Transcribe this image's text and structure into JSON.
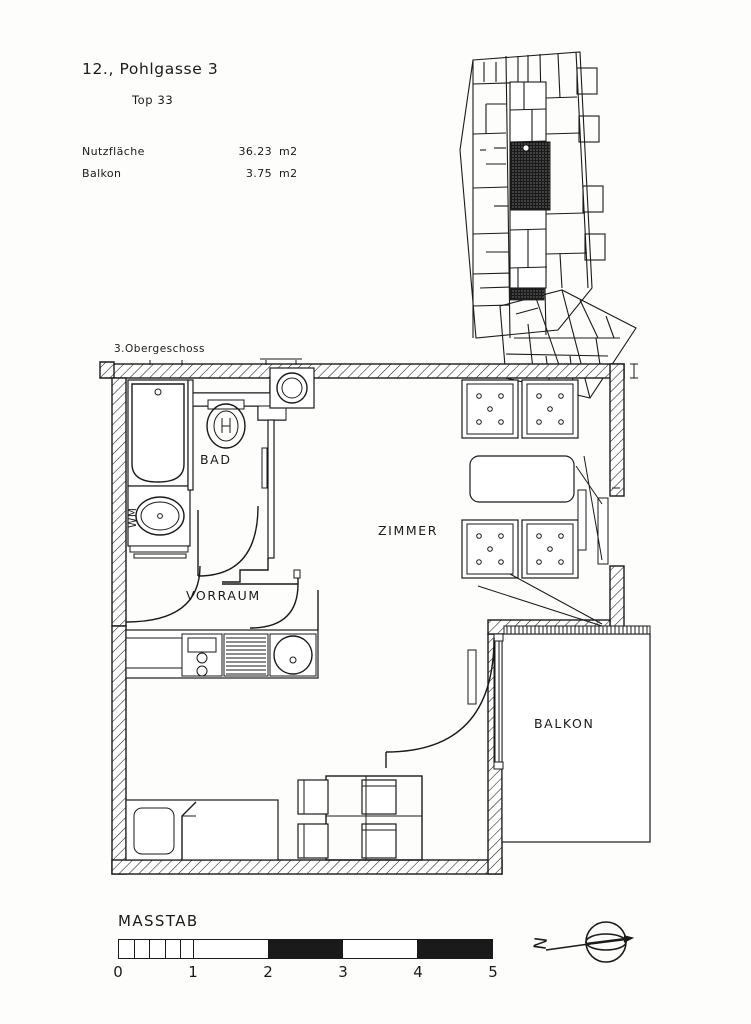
{
  "header": {
    "address": "12., Pohlgasse 3",
    "unit": "Top 33",
    "specs": [
      {
        "label": "Nutzfläche",
        "value": "36.23",
        "unit": "m2"
      },
      {
        "label": "Balkon",
        "value": "3.75",
        "unit": "m2"
      }
    ]
  },
  "keyplan": {
    "name": "building-key-plan",
    "highlight_color": "#1a1a1a"
  },
  "floorplan": {
    "floor_label": "3.Obergeschoss",
    "rooms": [
      {
        "name": "bad",
        "label": "BAD"
      },
      {
        "name": "vorraum",
        "label": "VORRAUM"
      },
      {
        "name": "zimmer",
        "label": "ZIMMER"
      },
      {
        "name": "balkon",
        "label": "BALKON"
      }
    ],
    "annotations": [
      {
        "name": "washing-machine",
        "label": "WM"
      }
    ],
    "fixtures": [
      "bathtub",
      "toilet",
      "washbasin",
      "washing-machine",
      "round-appliance",
      "kitchen-sink",
      "cooktop",
      "kitchen-round-basin",
      "armchair",
      "armchair",
      "armchair",
      "armchair",
      "coffee-table",
      "bed",
      "pillow",
      "dining-table",
      "chair",
      "chair",
      "chair",
      "chair",
      "balcony-railing"
    ]
  },
  "scale": {
    "title": "MASSTAB",
    "ticks": [
      "0",
      "1",
      "2",
      "3",
      "4",
      "5"
    ],
    "segments": [
      "w",
      "w",
      "w",
      "w",
      "w",
      "w",
      "b",
      "w",
      "b"
    ]
  },
  "compass": {
    "label": "N",
    "name": "north-arrow"
  }
}
